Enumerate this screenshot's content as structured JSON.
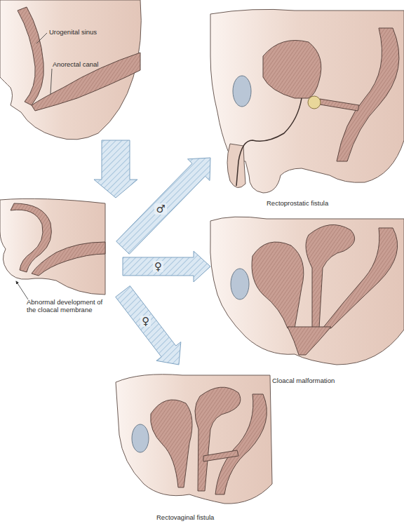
{
  "diagram": {
    "nodes": [
      {
        "text": [
          "Urogenital sinus",
          "Anorectal canal"
        ]
      },
      {
        "text": [
          "Rectoprostatic fistula"
        ]
      },
      {
        "text": [
          "Abnormal development of the cloacal membrane"
        ]
      },
      {
        "text": [
          "Cloacal malformation"
        ]
      },
      {
        "text": [
          "Rectovaginal fistula"
        ]
      }
    ],
    "edges": [
      {
        "from": 0,
        "to": 2,
        "arrow": "to"
      },
      {
        "from": 2,
        "to": 1,
        "label": "♂",
        "arrow": "to"
      },
      {
        "from": 2,
        "to": 3,
        "label": "♀",
        "arrow": "to"
      },
      {
        "from": 2,
        "to": 4,
        "label": "♀",
        "arrow": "to"
      }
    ]
  }
}
